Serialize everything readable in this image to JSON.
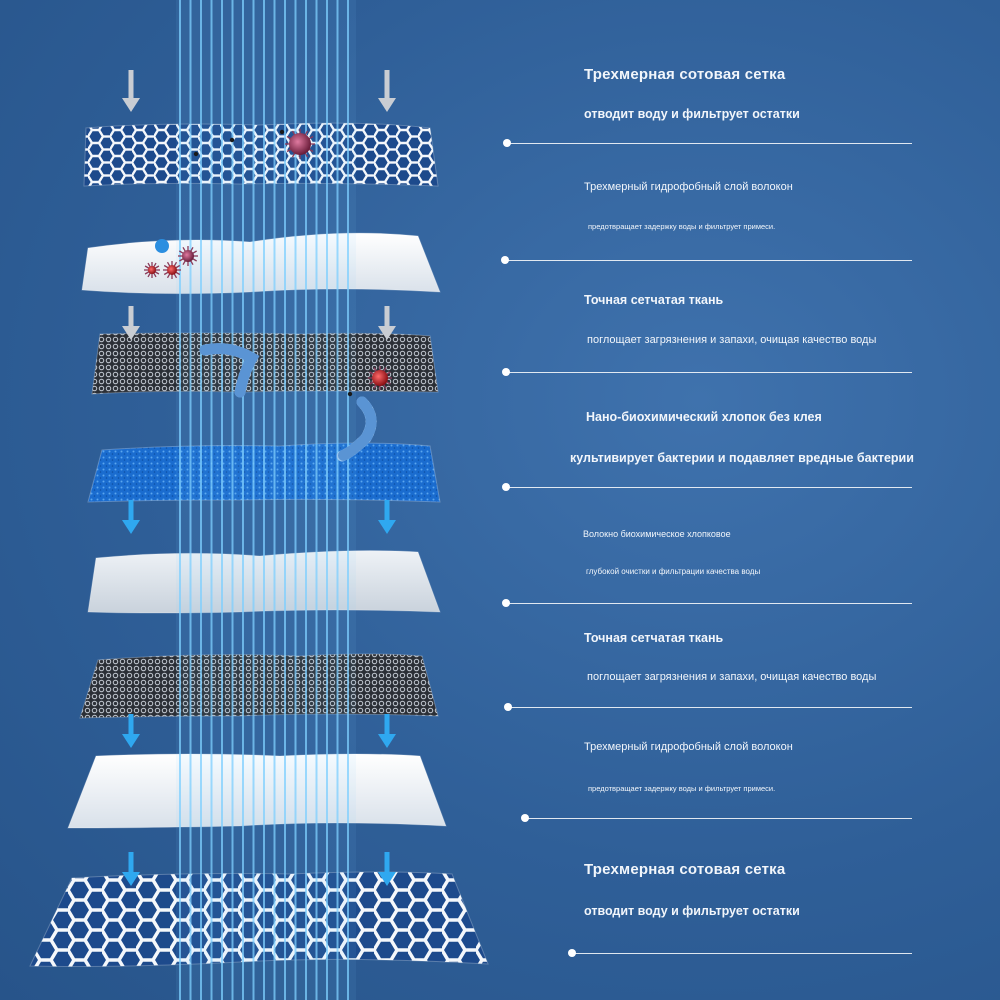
{
  "illustration": {
    "layers": [
      {
        "name": "honeycomb-mesh-top",
        "kind": "honeycomb",
        "color": "#1f4f95"
      },
      {
        "name": "hydrophobic-fiber-1",
        "kind": "white",
        "color": "#eef3f8"
      },
      {
        "name": "fine-mesh-fabric-1",
        "kind": "dark-mesh",
        "color": "#3a3f47"
      },
      {
        "name": "nano-bio-cotton",
        "kind": "blue",
        "color": "#1769c9"
      },
      {
        "name": "bio-cotton-fiber",
        "kind": "white",
        "color": "#dfe6ee"
      },
      {
        "name": "fine-mesh-fabric-2",
        "kind": "dark-mesh",
        "color": "#3a3f47"
      },
      {
        "name": "hydrophobic-fiber-2",
        "kind": "white",
        "color": "#f0f4f8"
      },
      {
        "name": "honeycomb-mesh-bottom",
        "kind": "honeycomb",
        "color": "#1f4f95"
      }
    ],
    "beam_color": "#7fd0ff",
    "arrow_gray": "#c9cdd3",
    "arrow_blue": "#2fa8f0"
  },
  "items": [
    {
      "title": "Трехмерная сотовая сетка",
      "subtitle": "отводит воду и фильтрует остатки"
    },
    {
      "title": "Трехмерный гидрофобный слой волокон",
      "subtitle": "предотвращает задержку воды и фильтрует примеси."
    },
    {
      "title": "Точная сетчатая ткань",
      "subtitle": "поглощает загрязнения и запахи, очищая качество воды"
    },
    {
      "title": "Нано-биохимический хлопок без клея",
      "subtitle": "культивирует бактерии и подавляет вредные бактерии"
    },
    {
      "title": "Волокно биохимическое хлопковое",
      "subtitle": "глубокой очистки и фильтрации качества воды"
    },
    {
      "title": "Точная сетчатая ткань",
      "subtitle": "поглощает загрязнения и запахи, очищая качество воды"
    },
    {
      "title": "Трехмерный гидрофобный слой волокон",
      "subtitle": "предотвращает задержку воды и фильтрует примеси."
    },
    {
      "title": "Трехмерная сотовая сетка",
      "subtitle": "отводит воду и фильтрует остатки"
    }
  ]
}
